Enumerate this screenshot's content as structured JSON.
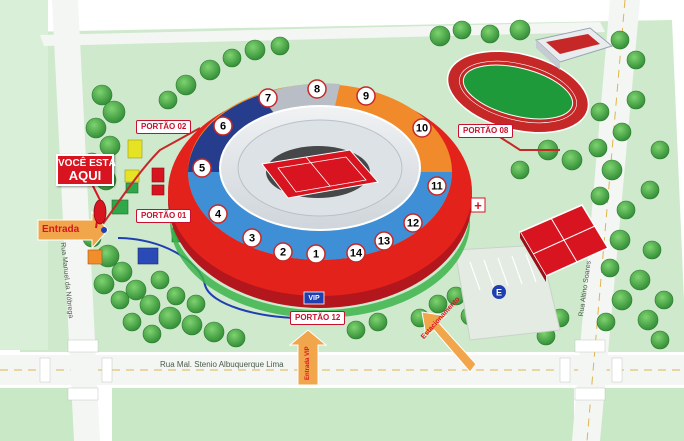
{
  "callout": {
    "line1": "VOCÊ ESTÁ",
    "line2": "AQUI"
  },
  "gates": {
    "portao_02": "PORTÃO 02",
    "portao_01": "PORTÃO 01",
    "portao_08": "PORTÃO 08",
    "portao_12": "PORTÃO 12"
  },
  "entrances": {
    "entrada": "Entrada",
    "estacionamento": "Estacionamento",
    "entrada_vip": "Entrada VIP",
    "vip": "VIP"
  },
  "streets": {
    "rua_manuel": "Rua Manuel da Nóbrega",
    "rua_stenio": "Rua Mal. Stenio Albuquerque Lima",
    "rua_altino": "Rua Altino Soares"
  },
  "sections": [
    "1",
    "2",
    "3",
    "4",
    "5",
    "6",
    "7",
    "8",
    "9",
    "10",
    "11",
    "12",
    "13",
    "14"
  ],
  "section_groups": {
    "blue": [
      "1",
      "2",
      "3",
      "14",
      "13",
      "12"
    ],
    "navy": [
      "4",
      "5",
      "6"
    ],
    "grey": [
      "7",
      "8"
    ],
    "orange": [
      "9",
      "10",
      "11"
    ]
  },
  "symbols": {
    "parking": "E",
    "first_aid": "+"
  },
  "colors": {
    "grass": "#c8e8c6",
    "road": "#ffffff",
    "stadium_red": "#e3221b",
    "section_blue": "#3f8fd6",
    "section_navy": "#253d8c",
    "section_grey": "#b9bec6",
    "section_orange": "#f08a2b",
    "court_red": "#d7141f",
    "field_green": "#1e9a3b",
    "track": "#c62828"
  }
}
